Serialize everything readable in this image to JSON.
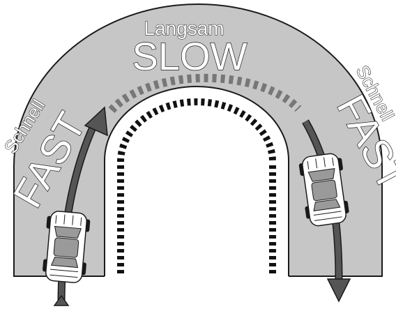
{
  "labels": {
    "slow_de": "Langsam",
    "slow_en": "SLOW",
    "fast_left_de": "Schnell",
    "fast_left_en": "FAST",
    "fast_right_de": "Schnell",
    "fast_right_en": "FAST"
  },
  "colors": {
    "road": "#c6c6c6",
    "arrow": "#555555",
    "outline": "#1a1a1a",
    "dashes_slow_zone": "#777777",
    "dashes_fast_zone": "#111111"
  },
  "icons": {
    "car_left": "car-icon",
    "car_right": "car-icon",
    "arrow_in": "arrow-up-icon",
    "arrow_out": "arrow-down-icon"
  }
}
